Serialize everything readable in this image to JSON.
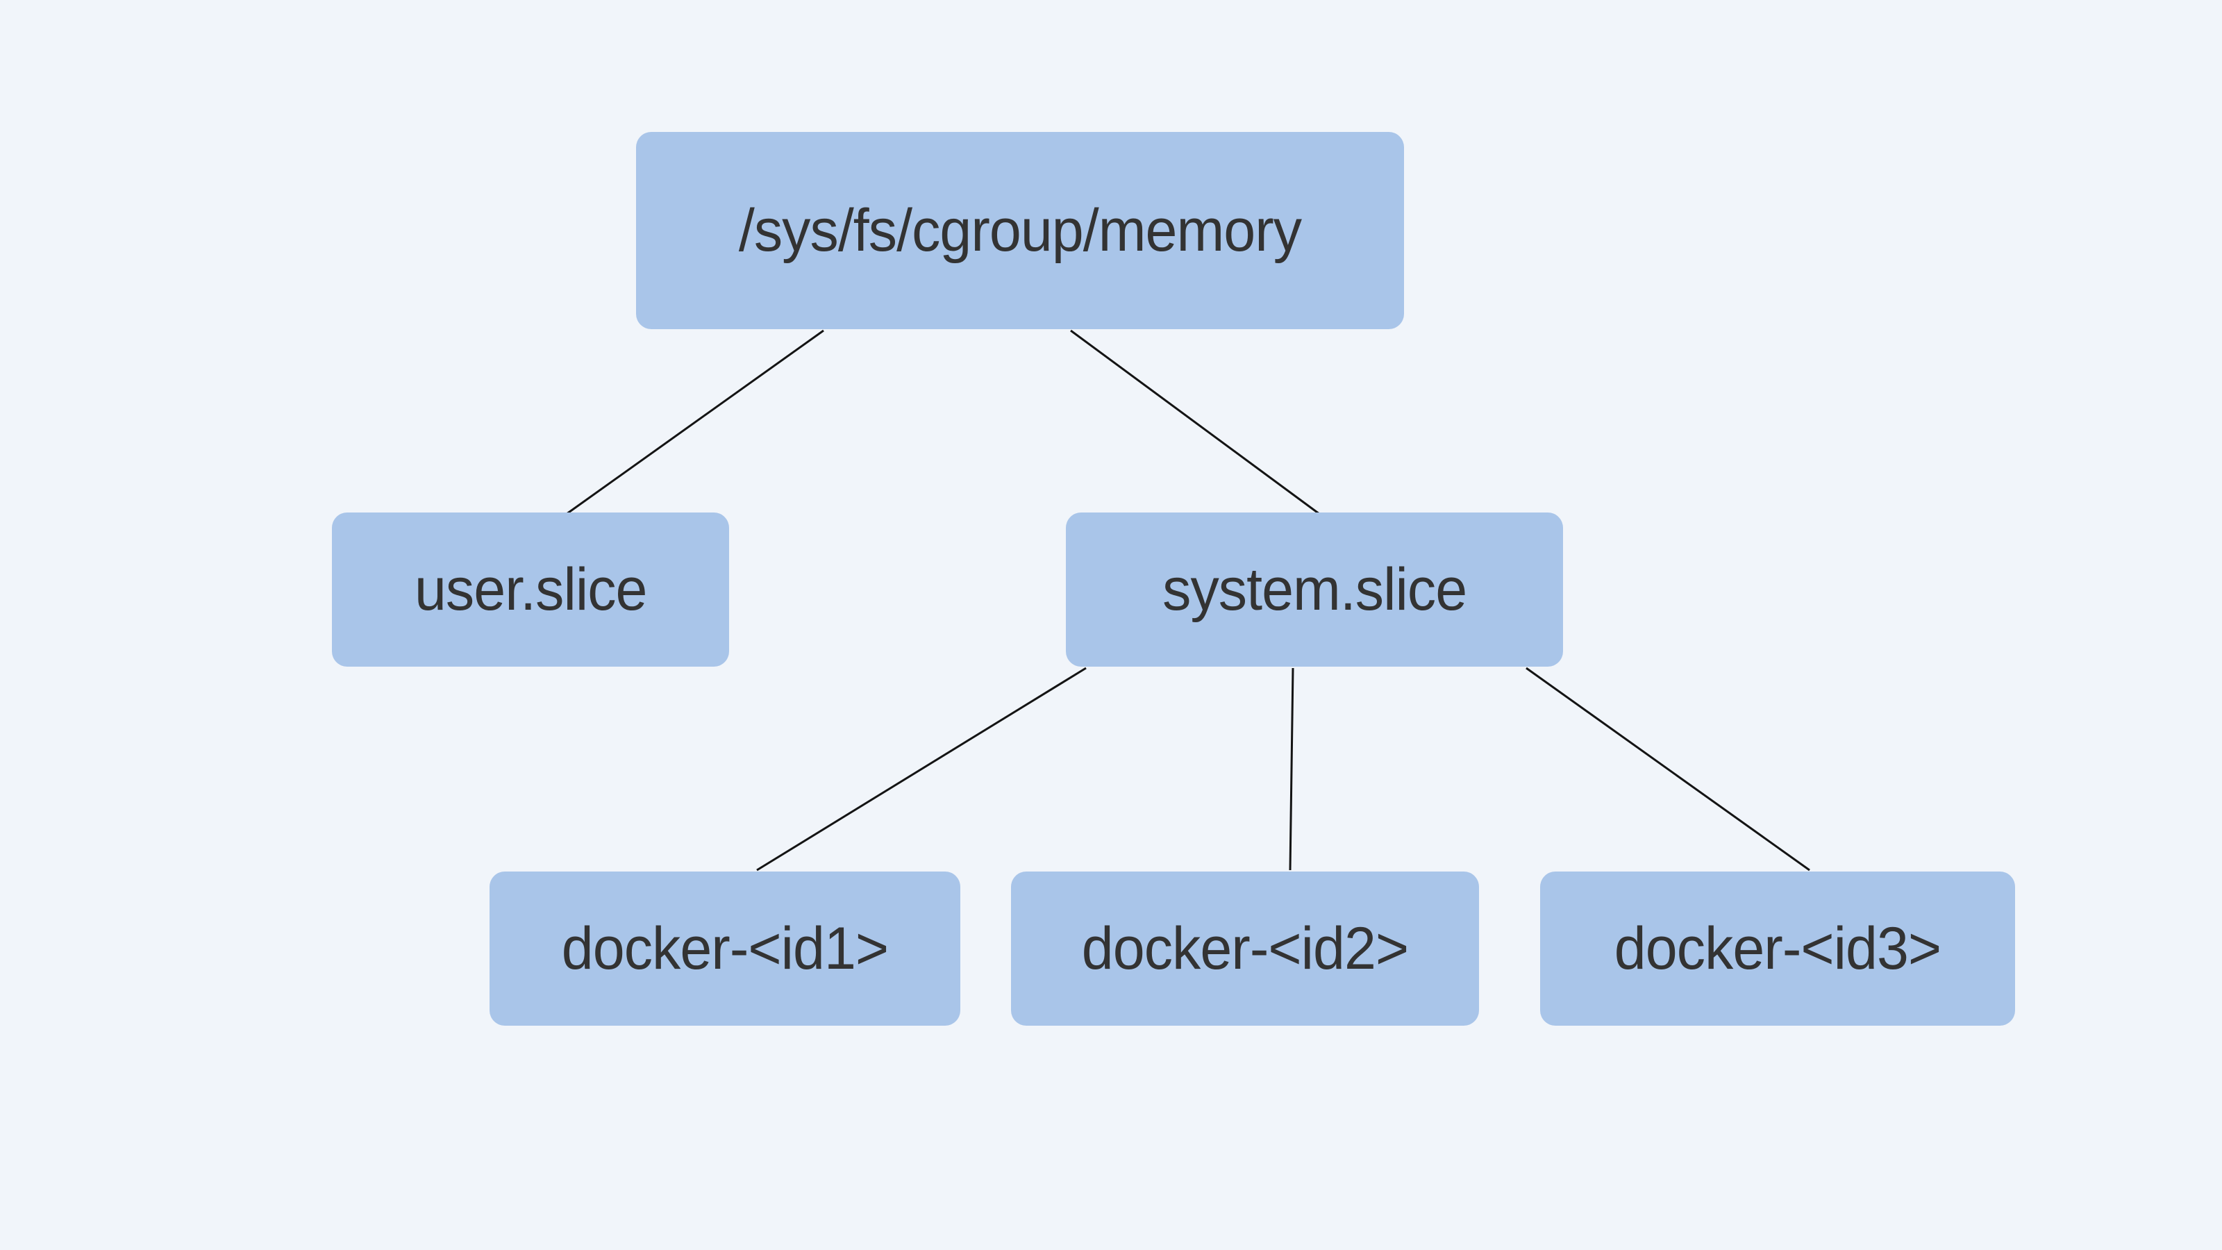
{
  "diagram": {
    "type": "tree",
    "colors": {
      "background": "#f1f5fa",
      "node_fill": "#a9c5e9",
      "node_text": "#333333",
      "edge": "#141414"
    },
    "nodes": {
      "root": {
        "label": "/sys/fs/cgroup/memory"
      },
      "user_slice": {
        "label": "user.slice"
      },
      "system_slice": {
        "label": "system.slice"
      },
      "docker_id1": {
        "label": "docker-<id1>"
      },
      "docker_id2": {
        "label": "docker-<id2>"
      },
      "docker_id3": {
        "label": "docker-<id3>"
      }
    },
    "edges": [
      {
        "from": "root",
        "to": "user_slice"
      },
      {
        "from": "root",
        "to": "system_slice"
      },
      {
        "from": "system_slice",
        "to": "docker_id1"
      },
      {
        "from": "system_slice",
        "to": "docker_id2"
      },
      {
        "from": "system_slice",
        "to": "docker_id3"
      }
    ]
  }
}
